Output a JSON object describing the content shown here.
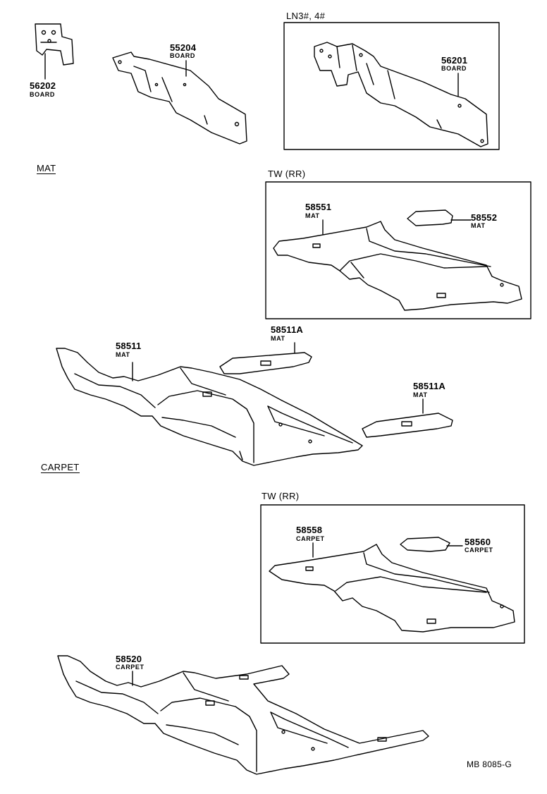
{
  "sections": {
    "mat": "MAT",
    "carpet": "CARPET"
  },
  "headers": {
    "ln": "LN3#, 4#",
    "tw_mat": "TW (RR)",
    "tw_carpet": "TW (RR)"
  },
  "parts": [
    {
      "number": "56202",
      "name": "BOARD"
    },
    {
      "number": "55204",
      "name": "BOARD"
    },
    {
      "number": "56201",
      "name": "BOARD"
    },
    {
      "number": "58551",
      "name": "MAT"
    },
    {
      "number": "58552",
      "name": "MAT"
    },
    {
      "number": "58511A",
      "name": "MAT"
    },
    {
      "number": "58511",
      "name": "MAT"
    },
    {
      "number": "58511A",
      "name": "MAT"
    },
    {
      "number": "58558",
      "name": "CARPET"
    },
    {
      "number": "58560",
      "name": "CARPET"
    },
    {
      "number": "58520",
      "name": "CARPET"
    }
  ],
  "diagram_code": "MB 8085-G"
}
